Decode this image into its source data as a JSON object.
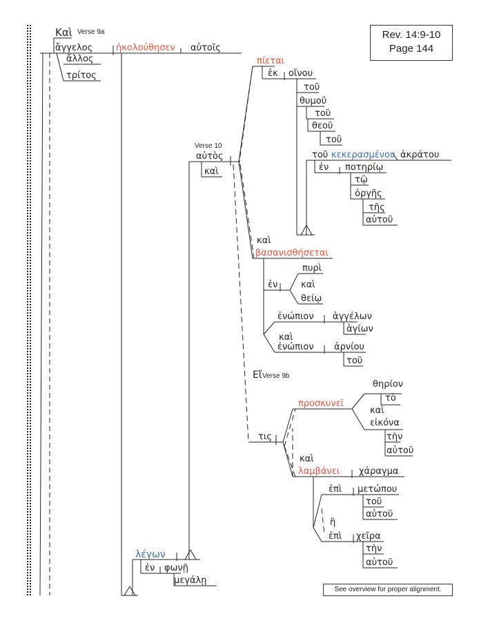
{
  "header": {
    "reference": "Rev. 14:9-10",
    "page": "Page 144"
  },
  "footer": {
    "note": "See overview for proper alignment."
  },
  "verse_markers": {
    "v9a": "Verse 9a",
    "v10": "Verse 10",
    "v9b": "Verse 9b"
  },
  "words": {
    "kai_1": "Καὶ",
    "angelos": "ἄγγελος",
    "ekolouthesen": "ἠκολούθησεν",
    "autois": "αὐτοῖς",
    "allos": "ἄλλος",
    "tritos": "τρίτος",
    "pietai": "πίεται",
    "ek": "ἐκ",
    "oinou": "οἴνου",
    "tou_1": "τοῦ",
    "thymou": "θυμοῦ",
    "tou_2": "τοῦ",
    "theou": "θεοῦ",
    "tou_3": "τοῦ",
    "tou_4": "τοῦ",
    "kekerasmenou": "κεκερασμένου",
    "akratou": "ἀκράτου",
    "en_1": "ἐν",
    "poterio": "ποτηρίῳ",
    "to_1": "τῷ",
    "orges": "ὀργῆς",
    "tes_1": "τῆς",
    "autou_1": "αὐτοῦ",
    "autos": "αὐτὸς",
    "kai_2": "καὶ",
    "kai_3": "καὶ",
    "basanisthesetai": "βασανισθήσεται",
    "en_2": "ἐν",
    "pyri": "πυρὶ",
    "kai_4": "καὶ",
    "theio": "θείῳ",
    "enopion_1": "ἐνώπιον",
    "angelon": "ἀγγέλων",
    "hagion": "ἁγίων",
    "kai_5": "καὶ",
    "enopion_2": "ἐνώπιον",
    "arniou": "ἀρνίου",
    "tou_5": "τοῦ",
    "ei": "Εἴ",
    "tis": "τις",
    "proskynei": "προσκυνεῖ",
    "therion": "θηρίον",
    "to_2": "τὸ",
    "kai_6": "καὶ",
    "eikona": "εἰκόνα",
    "ten_1": "τὴν",
    "autou_2": "αὐτοῦ",
    "kai_7": "καὶ",
    "lambanei": "λαμβάνει",
    "charagma": "χάραγμα",
    "epi_1": "ἐπὶ",
    "metopou": "μετώπου",
    "tou_6": "τοῦ",
    "autou_3": "αὐτοῦ",
    "e": "ἢ",
    "epi_2": "ἐπὶ",
    "cheira": "χεῖρα",
    "ten_2": "τὴν",
    "autou_4": "αὐτοῦ",
    "legon": "λέγων",
    "en_3": "ἐν",
    "phone": "φωνῇ",
    "megale": "μεγάλῃ"
  }
}
